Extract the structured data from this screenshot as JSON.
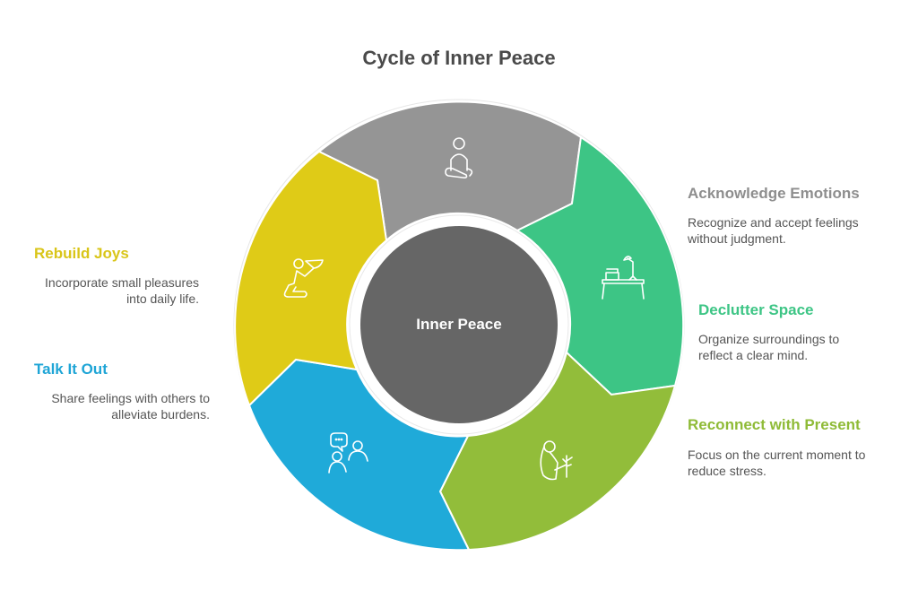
{
  "title": "Cycle of Inner Peace",
  "center": {
    "label": "Inner Peace",
    "color": "#666666"
  },
  "steps": [
    {
      "title": "Acknowledge Emotions",
      "line1": "Recognize and accept feelings",
      "line2": "without judgment.",
      "color": "#959595",
      "text_color": "#8e8e8e",
      "icon": "meditation-icon"
    },
    {
      "title": "Declutter Space",
      "line1": "Organize surroundings to",
      "line2": "reflect a clear mind.",
      "color": "#3dc585",
      "text_color": "#3dc585",
      "icon": "desk-lamp-icon"
    },
    {
      "title": "Reconnect with Present",
      "line1": "Focus on the current moment to",
      "line2": "reduce stress.",
      "color": "#92bd3a",
      "text_color": "#8fbb37",
      "icon": "person-plant-icon"
    },
    {
      "title": "Talk It Out",
      "line1": "Share feelings with others to",
      "line2": "alleviate burdens.",
      "color": "#1faad9",
      "text_color": "#1fa5d6",
      "icon": "people-chat-icon"
    },
    {
      "title": "Rebuild Joys",
      "line1": "Incorporate small pleasures",
      "line2": "into daily life.",
      "color": "#dfcb17",
      "text_color": "#d9c518",
      "icon": "kneeling-offering-icon"
    }
  ]
}
